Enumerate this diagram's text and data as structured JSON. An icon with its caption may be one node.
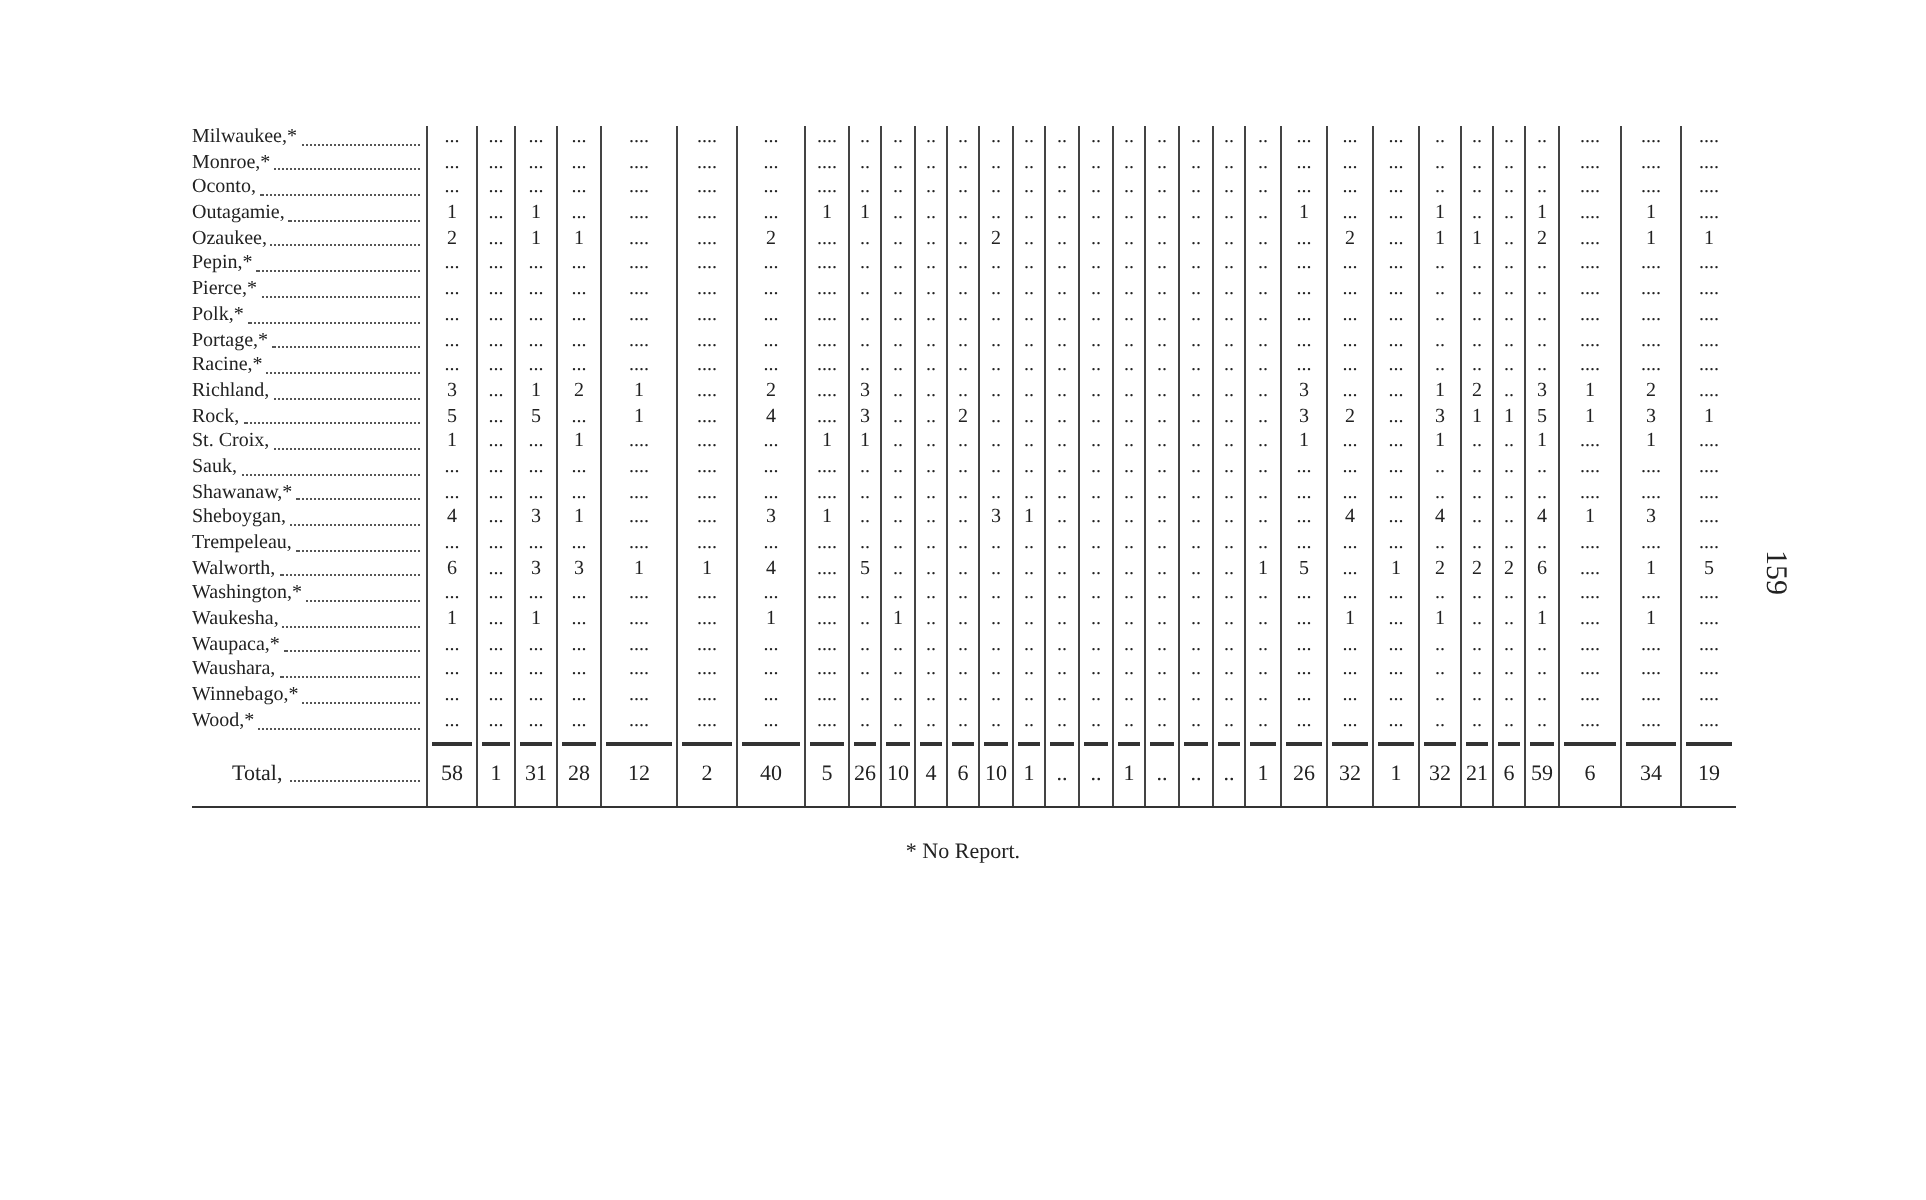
{
  "diagram": {
    "labels": [
      "Milwaukee,*",
      "...",
      "...",
      "...",
      "...",
      "....",
      "....",
      "...",
      "....",
      "..",
      "..",
      "..",
      "..",
      "..",
      "..",
      "..",
      "..",
      "..",
      "..",
      "..",
      "..",
      "..",
      "...",
      "...",
      "...",
      "..",
      "..",
      "..",
      "..",
      "....",
      "....",
      "....",
      "Monroe,*",
      "...",
      "...",
      "...",
      "...",
      "....",
      "....",
      "...",
      "....",
      "..",
      "..",
      "..",
      "..",
      "..",
      "..",
      "..",
      "..",
      "..",
      "..",
      "..",
      "..",
      "..",
      "...",
      "...",
      "...",
      "..",
      "..",
      "..",
      "..",
      "....",
      "....",
      "....",
      "Oconto,",
      "...",
      "...",
      "...",
      "...",
      "....",
      "....",
      "...",
      "....",
      "..",
      "..",
      "..",
      "..",
      "..",
      "..",
      "..",
      "..",
      "..",
      "..",
      "..",
      "..",
      "..",
      "...",
      "...",
      "...",
      "..",
      "..",
      "..",
      "..",
      "....",
      "....",
      "....",
      "Outagamie,",
      "1",
      "...",
      "1",
      "...",
      "....",
      "....",
      "...",
      "1",
      "1",
      "..",
      "..",
      "..",
      "..",
      "..",
      "..",
      "..",
      "..",
      "..",
      "..",
      "..",
      "..",
      "1",
      "...",
      "...",
      "1",
      "..",
      "..",
      "1",
      "....",
      "1",
      "....",
      "Ozaukee,",
      "2",
      "...",
      "1",
      "1",
      "....",
      "....",
      "2",
      "....",
      "..",
      "..",
      "..",
      "..",
      "2",
      "..",
      "..",
      "..",
      "..",
      "..",
      "..",
      "..",
      "..",
      "...",
      "2",
      "...",
      "1",
      "1",
      "..",
      "2",
      "....",
      "1",
      "1",
      "Pepin,*",
      "...",
      "...",
      "...",
      "...",
      "....",
      "....",
      "...",
      "....",
      "..",
      "..",
      "..",
      "..",
      "..",
      "..",
      "..",
      "..",
      "..",
      "..",
      "..",
      "..",
      "..",
      "...",
      "...",
      "...",
      "..",
      "..",
      "..",
      "..",
      "....",
      "....",
      "....",
      "Pierce,*",
      "...",
      "...",
      "...",
      "...",
      "....",
      "....",
      "...",
      "....",
      "..",
      "..",
      "..",
      "..",
      "..",
      "..",
      "..",
      "..",
      "..",
      "..",
      "..",
      "..",
      "..",
      "...",
      "...",
      "...",
      "..",
      "..",
      "..",
      "..",
      "....",
      "....",
      "....",
      "Polk,*",
      "...",
      "...",
      "...",
      "...",
      "....",
      "....",
      "...",
      "....",
      "..",
      "..",
      "..",
      "..",
      "..",
      "..",
      "..",
      "..",
      "..",
      "..",
      "..",
      "..",
      "..",
      "...",
      "...",
      "...",
      "..",
      "..",
      "..",
      "..",
      "....",
      "....",
      "....",
      "Portage,*",
      "...",
      "...",
      "...",
      "...",
      "....",
      "....",
      "...",
      "....",
      "..",
      "..",
      "..",
      "..",
      "..",
      "..",
      "..",
      "..",
      "..",
      "..",
      "..",
      "..",
      "..",
      "...",
      "...",
      "...",
      "..",
      "..",
      "..",
      "..",
      "....",
      "....",
      "....",
      "Racine,*",
      "...",
      "...",
      "...",
      "...",
      "....",
      "....",
      "...",
      "....",
      "..",
      "..",
      "..",
      "..",
      "..",
      "..",
      "..",
      "..",
      "..",
      "..",
      "..",
      "..",
      "..",
      "...",
      "...",
      "...",
      "..",
      "..",
      "..",
      "..",
      "....",
      "....",
      "....",
      "Richland,",
      "3",
      "...",
      "1",
      "2",
      "1",
      "....",
      "2",
      "....",
      "3",
      "..",
      "..",
      "..",
      "..",
      "..",
      "..",
      "..",
      "..",
      "..",
      "..",
      "..",
      "..",
      "3",
      "...",
      "...",
      "1",
      "2",
      "..",
      "3",
      "1",
      "2",
      "....",
      "Rock,",
      "5",
      "...",
      "5",
      "...",
      "1",
      "....",
      "4",
      "....",
      "3",
      "..",
      "..",
      "2",
      "..",
      "..",
      "..",
      "..",
      "..",
      "..",
      "..",
      "..",
      "..",
      "3",
      "2",
      "...",
      "3",
      "1",
      "1",
      "5",
      "1",
      "3",
      "1",
      "St. Croix,",
      "1",
      "...",
      "...",
      "1",
      "....",
      "....",
      "...",
      "1",
      "1",
      "..",
      "..",
      "..",
      "..",
      "..",
      "..",
      "..",
      "..",
      "..",
      "..",
      "..",
      "..",
      "1",
      "...",
      "...",
      "1",
      "..",
      "..",
      "1",
      "....",
      "1",
      "....",
      "Sauk,",
      "...",
      "...",
      "...",
      "...",
      "....",
      "....",
      "...",
      "....",
      "..",
      "..",
      "..",
      "..",
      "..",
      "..",
      "..",
      "..",
      "..",
      "..",
      "..",
      "..",
      "..",
      "...",
      "...",
      "...",
      "..",
      "..",
      "..",
      "..",
      "....",
      "....",
      "....",
      "Shawanaw,*",
      "...",
      "...",
      "...",
      "...",
      "....",
      "....",
      "...",
      "....",
      "..",
      "..",
      "..",
      "..",
      "..",
      "..",
      "..",
      "..",
      "..",
      "..",
      "..",
      "..",
      "..",
      "...",
      "...",
      "...",
      "..",
      "..",
      "..",
      "..",
      "....",
      "....",
      "....",
      "Sheboygan,",
      "4",
      "...",
      "3",
      "1",
      "....",
      "....",
      "3",
      "1",
      "..",
      "..",
      "..",
      "..",
      "3",
      "1",
      "..",
      "..",
      "..",
      "..",
      "..",
      "..",
      "..",
      "...",
      "4",
      "...",
      "4",
      "..",
      "..",
      "4",
      "1",
      "3",
      "....",
      "Trempeleau,",
      "...",
      "...",
      "...",
      "...",
      "....",
      "....",
      "...",
      "....",
      "..",
      "..",
      "..",
      "..",
      "..",
      "..",
      "..",
      "..",
      "..",
      "..",
      "..",
      "..",
      "..",
      "...",
      "...",
      "...",
      "..",
      "..",
      "..",
      "..",
      "....",
      "....",
      "....",
      "Walworth,",
      "6",
      "...",
      "3",
      "3",
      "1",
      "1",
      "4",
      "....",
      "5",
      "..",
      "..",
      "..",
      "..",
      "..",
      "..",
      "..",
      "..",
      "..",
      "..",
      "..",
      "1",
      "5",
      "...",
      "1",
      "2",
      "2",
      "2",
      "6",
      "....",
      "1",
      "5",
      "Washington,*",
      "...",
      "...",
      "...",
      "...",
      "....",
      "....",
      "...",
      "....",
      "..",
      "..",
      "..",
      "..",
      "..",
      "..",
      "..",
      "..",
      "..",
      "..",
      "..",
      "..",
      "..",
      "...",
      "...",
      "...",
      "..",
      "..",
      "..",
      "..",
      "....",
      "....",
      "....",
      "Waukesha,",
      "1",
      "...",
      "1",
      "...",
      "....",
      "....",
      "1",
      "....",
      "..",
      "1",
      "..",
      "..",
      "..",
      "..",
      "..",
      "..",
      "..",
      "..",
      "..",
      "..",
      "..",
      "...",
      "1",
      "...",
      "1",
      "..",
      "..",
      "1",
      "....",
      "1",
      "....",
      "Waupaca,*",
      "...",
      "...",
      "...",
      "...",
      "....",
      "....",
      "...",
      "....",
      "..",
      "..",
      "..",
      "..",
      "..",
      "..",
      "..",
      "..",
      "..",
      "..",
      "..",
      "..",
      "..",
      "...",
      "...",
      "...",
      "..",
      "..",
      "..",
      "..",
      "....",
      "....",
      "....",
      "Waushara,",
      "...",
      "...",
      "...",
      "...",
      "....",
      "....",
      "...",
      "....",
      "..",
      "..",
      "..",
      "..",
      "..",
      "..",
      "..",
      "..",
      "..",
      "..",
      "..",
      "..",
      "..",
      "...",
      "...",
      "...",
      "..",
      "..",
      "..",
      "..",
      "....",
      "....",
      "....",
      "Winnebago,*",
      "...",
      "...",
      "...",
      "...",
      "....",
      "....",
      "...",
      "....",
      "..",
      "..",
      "..",
      "..",
      "..",
      "..",
      "..",
      "..",
      "..",
      "..",
      "..",
      "..",
      "..",
      "...",
      "...",
      "...",
      "..",
      "..",
      "..",
      "..",
      "....",
      "....",
      "....",
      "Wood,*",
      "...",
      "...",
      "...",
      "...",
      "....",
      "....",
      "...",
      "....",
      "..",
      "..",
      "..",
      "..",
      "..",
      "..",
      "..",
      "..",
      "..",
      "..",
      "..",
      "..",
      "..",
      "...",
      "...",
      "...",
      "..",
      "..",
      "..",
      "..",
      "....",
      "....",
      "....",
      "Total,",
      "58",
      "1",
      "31",
      "28",
      "12",
      "2",
      "40",
      "5",
      "26",
      "10",
      "4",
      "6",
      "10",
      "1",
      "..",
      "..",
      "1",
      "..",
      "..",
      "..",
      "1",
      "26",
      "32",
      "1",
      "32",
      "21",
      "6",
      "59",
      "6",
      "34",
      "19",
      "* No Report.",
      "159"
    ]
  }
}
